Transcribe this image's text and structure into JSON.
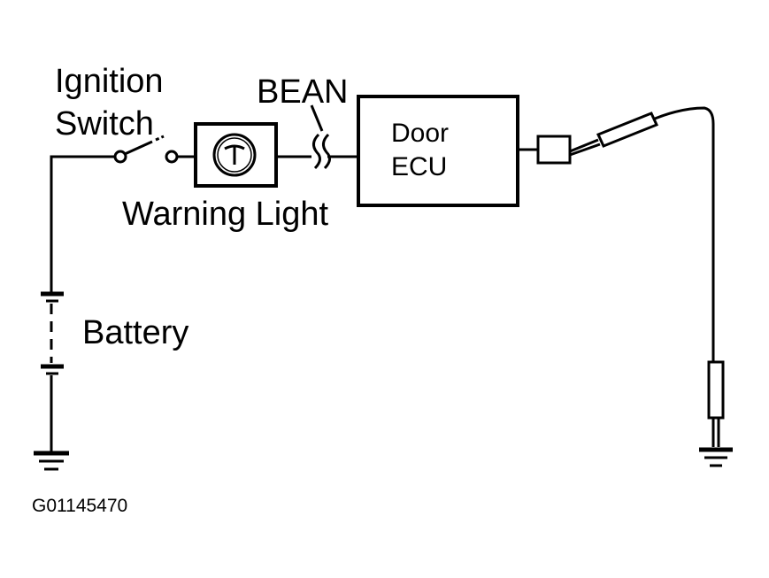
{
  "labels": {
    "ignition_line1": "Ignition",
    "ignition_line2": "Switch",
    "bean": "BEAN",
    "door_line1": "Door",
    "door_line2": "ECU",
    "warning_light": "Warning Light",
    "battery": "Battery",
    "figure_id": "G01145470"
  }
}
